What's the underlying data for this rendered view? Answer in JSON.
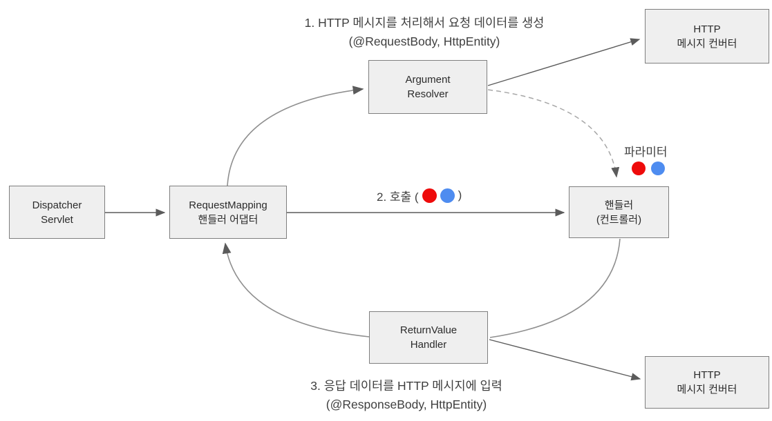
{
  "diagram": {
    "boxes": {
      "dispatcher": {
        "line1": "Dispatcher",
        "line2": "Servlet"
      },
      "adapter": {
        "line1": "RequestMapping",
        "line2": "핸들러 어댑터"
      },
      "argument_resolver": {
        "line1": "Argument",
        "line2": "Resolver"
      },
      "handler": {
        "line1": "핸들러",
        "line2": "(컨트롤러)"
      },
      "return_value_handler": {
        "line1": "ReturnValue",
        "line2": "Handler"
      },
      "http_converter_top": {
        "line1": "HTTP",
        "line2": "메시지 컨버터"
      },
      "http_converter_bottom": {
        "line1": "HTTP",
        "line2": "메시지 컨버터"
      }
    },
    "annotations": {
      "step1_line1": "1. HTTP 메시지를 처리해서 요청 데이터를 생성",
      "step1_line2": "(@RequestBody, HttpEntity)",
      "step2_prefix": "2. 호출 (",
      "step2_suffix": ")",
      "parameter_label": "파라미터",
      "step3_line1": "3. 응답 데이터를 HTTP 메시지에 입력",
      "step3_line2": "(@ResponseBody, HttpEntity)"
    },
    "colors": {
      "box_fill": "#efefef",
      "box_border": "#7e7e7e",
      "arrow": "#5b5b5b",
      "curve": "#8f8f8f",
      "dashed": "#a6a6a6",
      "red_dot": "#ee0b0b",
      "blue_dot": "#4e8cf0"
    }
  }
}
